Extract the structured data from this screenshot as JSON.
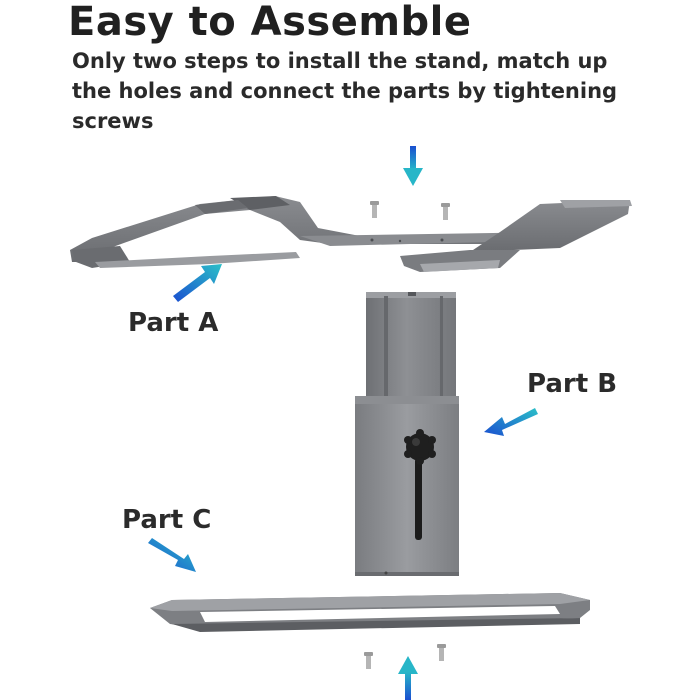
{
  "header": {
    "title": "Easy to Assemble",
    "subtitle": "Only two steps to install the stand, match up the holes and connect the parts by tightening screws"
  },
  "parts": {
    "a": "Part A",
    "b": "Part B",
    "c": "Part C"
  },
  "colors": {
    "metal": "#7a7c80",
    "metal_dark": "#5f6165",
    "metal_light": "#a4a6aa",
    "arrow_blue": "#1a62d6",
    "arrow_teal": "#27b6c8",
    "knob": "#1f1f1f"
  }
}
